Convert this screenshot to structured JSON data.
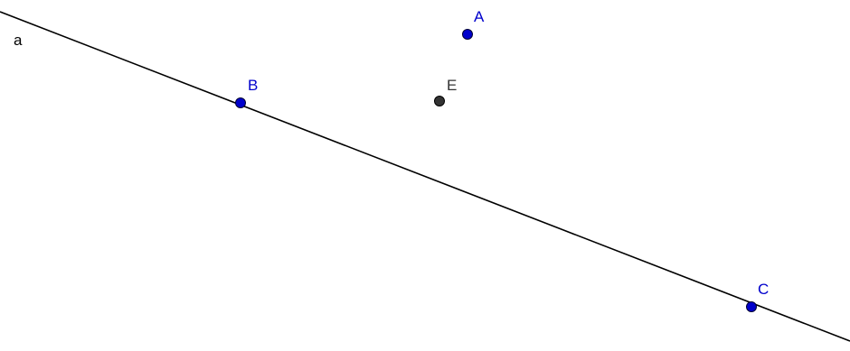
{
  "line": {
    "label": "a",
    "color": "#000000"
  },
  "points": [
    {
      "id": "A",
      "label": "A",
      "color": "#0000cc"
    },
    {
      "id": "B",
      "label": "B",
      "color": "#0000cc"
    },
    {
      "id": "C",
      "label": "C",
      "color": "#0000cc"
    },
    {
      "id": "E",
      "label": "E",
      "color": "#333333"
    }
  ]
}
